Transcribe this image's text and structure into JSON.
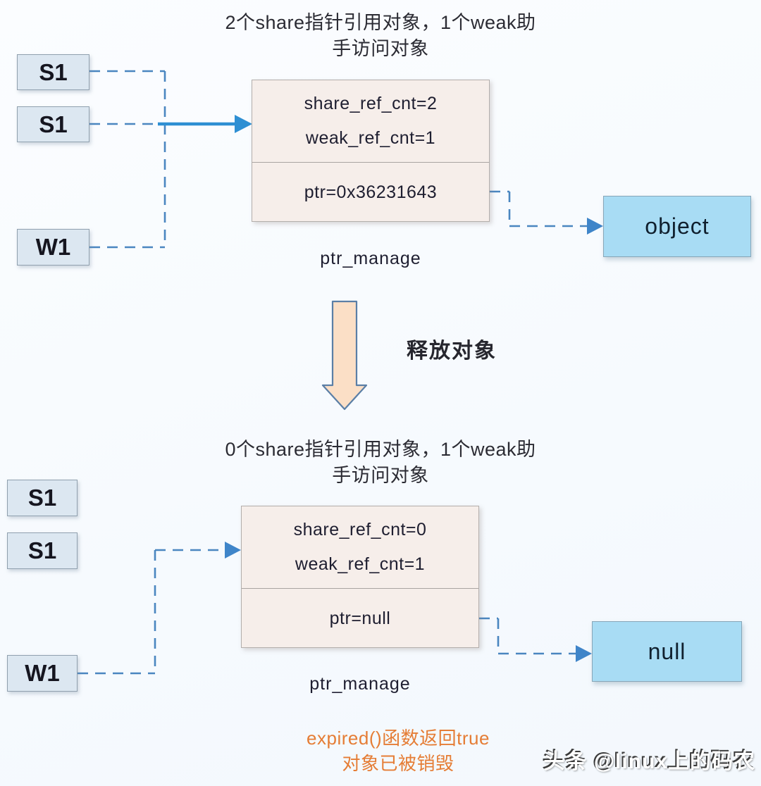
{
  "colors": {
    "pointer_box_fill": "#dce7f1",
    "manage_box_fill": "#f6eeea",
    "target_box_fill": "#a8dcf4",
    "dashed_line_blue": "#4a86c0",
    "solid_arrow_blue": "#2e8fd3",
    "release_arrow_fill": "#fbdfc6",
    "release_arrow_stroke": "#5b7fa6",
    "note_orange": "#e57d35"
  },
  "top_diagram": {
    "title_line1": "2个share指针引用对象，1个weak助",
    "title_line2": "手访问对象",
    "pointer_boxes": [
      {
        "label": "S1"
      },
      {
        "label": "S1"
      },
      {
        "label": "W1"
      }
    ],
    "manage_box": {
      "row1": "share_ref_cnt=2",
      "row2": "weak_ref_cnt=1",
      "row3": "ptr=0x36231643",
      "caption": "ptr_manage"
    },
    "target_box_label": "object"
  },
  "transition": {
    "label": "释放对象"
  },
  "bottom_diagram": {
    "title_line1": "0个share指针引用对象，1个weak助",
    "title_line2": "手访问对象",
    "pointer_boxes": [
      {
        "label": "S1"
      },
      {
        "label": "S1"
      },
      {
        "label": "W1"
      }
    ],
    "manage_box": {
      "row1": "share_ref_cnt=0",
      "row2": "weak_ref_cnt=1",
      "row3": "ptr=null",
      "caption": "ptr_manage"
    },
    "target_box_label": "null",
    "note_line1": "expired()函数返回true",
    "note_line2": "对象已被销毁"
  },
  "watermark": "头条 @linux上的码农"
}
